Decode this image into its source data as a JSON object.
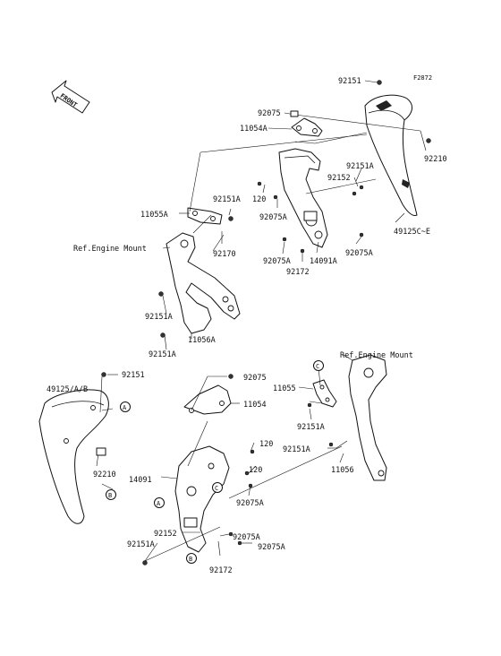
{
  "figure_code": "F2872",
  "front_arrow": {
    "label": "FRONT",
    "icon": "front-direction-arrow-icon"
  },
  "callouts": {
    "p92151_top": "92151",
    "p92075_top": "92075",
    "p11054A": "11054A",
    "p92210_top": "92210",
    "p92151A_a": "92151A",
    "p92152_a": "92152",
    "p120_a": "120",
    "p92151A_b": "92151A",
    "p11055A": "11055A",
    "p92075A_a": "92075A",
    "ref_engine_1": "Ref.Engine Mount",
    "p92170": "92170",
    "p92075A_b": "92075A",
    "p14091A": "14091A",
    "p92075A_c": "92075A",
    "p92172_a": "92172",
    "p49125CE": "49125C~E",
    "p92151A_c": "92151A",
    "p11056A": "11056A",
    "p92151A_d": "92151A",
    "ref_engine_2": "Ref.Engine Mount",
    "p49125AB": "49125/A/B",
    "p92151_b": "92151",
    "p92075_b": "92075",
    "p11054": "11054",
    "p11055": "11055",
    "p92151A_e": "92151A",
    "p120_b": "120",
    "p92151A_f": "92151A",
    "p92210_b": "92210",
    "p120_c": "120",
    "p11056": "11056",
    "p14091": "14091",
    "p92075A_d": "92075A",
    "p92152_b": "92152",
    "p92075A_e": "92075A",
    "p92151A_g": "92151A",
    "p92075A_f": "92075A",
    "p92172_b": "92172"
  },
  "circle_refs": {
    "a1": "A",
    "b1": "B",
    "a2": "A",
    "c1": "C",
    "b2": "B",
    "c2": "C"
  }
}
